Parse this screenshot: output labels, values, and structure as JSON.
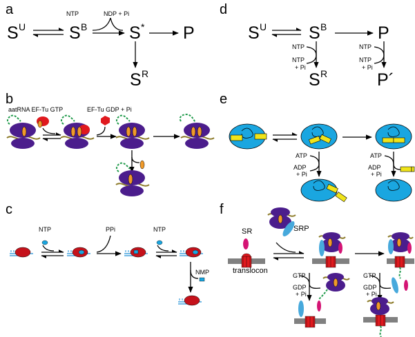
{
  "panels": {
    "a": {
      "letter": "a",
      "states": {
        "u": "S",
        "u_sup": "U",
        "b": "S",
        "b_sup": "B",
        "star": "S",
        "star_sup": "*",
        "p": "P",
        "r": "S",
        "r_sup": "R"
      },
      "ntp": "NTP",
      "ndp": "NDP + Pi"
    },
    "b": {
      "letter": "b",
      "left_label": "aatRNA EF-Tu GTP",
      "right_label": "EF-Tu GDP + Pi"
    },
    "c": {
      "letter": "c",
      "ntp1": "NTP",
      "ppi": "PPi",
      "ntp2": "NTP",
      "nmp": "NMP"
    },
    "d": {
      "letter": "d",
      "states": {
        "u": "S",
        "u_sup": "U",
        "b": "S",
        "b_sup": "B",
        "p": "P",
        "r": "S",
        "r_sup": "R",
        "pprime": "P´"
      },
      "ntp1": "NTP",
      "ntp1_out": "NTP",
      "ntp1_pi": "+ Pi",
      "ntp2": "NTP",
      "ntp2_out": "NTP",
      "ntp2_pi": "+ Pi"
    },
    "e": {
      "letter": "e",
      "atp1": "ATP",
      "adp1": "ADP",
      "pi1": "+ Pi",
      "atp2": "ATP",
      "adp2": "ADP",
      "pi2": "+ Pi"
    },
    "f": {
      "letter": "f",
      "sr": "SR",
      "srp": "SRP",
      "translocon": "translocon",
      "gtp1": "GTP",
      "gdp1": "GDP",
      "pi1": "+ Pi",
      "gtp2": "GTP",
      "gdp2": "GDP",
      "pi2": "+ Pi"
    }
  },
  "colors": {
    "ribosome": "#4b1d8c",
    "eftu": "#e0191e",
    "trna": "#f09a2a",
    "mrna": "#8c7a28",
    "peptide": "#1f9a4a",
    "polymerase": "#c5121b",
    "dna": "#1f8fd6",
    "blue_domain": "#1aa6e0",
    "yellow": "#f0e41a",
    "srp": "#47a9dc",
    "sr": "#d41474",
    "membrane": "#808080"
  }
}
